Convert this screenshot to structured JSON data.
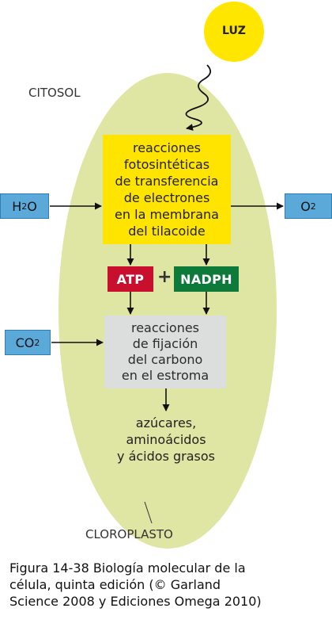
{
  "sun": {
    "label": "LUZ"
  },
  "cytosol_label": "CITOSOL",
  "chloroplast_label": "CLOROPLASTO",
  "photosynthetic_box": "reacciones\nfotosintéticas\nde transferencia\nde electrones\nen la membrana\ndel tilacoide",
  "fixation_box": "reacciones\nde fijación\ndel carbono\nen el estroma",
  "products": "azúcares,\naminoácidos\ny ácidos grasos",
  "atp_label": "ATP",
  "plus_sign": "+",
  "nadph_label": "NADPH",
  "h2o": {
    "base": "H",
    "sub": "2",
    "tail": "O"
  },
  "o2": {
    "base": "O",
    "sub": "2"
  },
  "co2": {
    "base": "CO",
    "sub": "2"
  },
  "caption": "Figura 14-38  Biología molecular de la\ncélula, quinta edición (© Garland\nScience 2008 y Ediciones Omega 2010)",
  "colors": {
    "chloroplast": "#dfe5a2",
    "sun": "#ffe600",
    "photosynthetic_box": "#ffe400",
    "fixation_box": "#dcdede",
    "atp": "#c8102e",
    "nadph": "#0d7a3a",
    "molecule_box": "#5aa9d9"
  }
}
